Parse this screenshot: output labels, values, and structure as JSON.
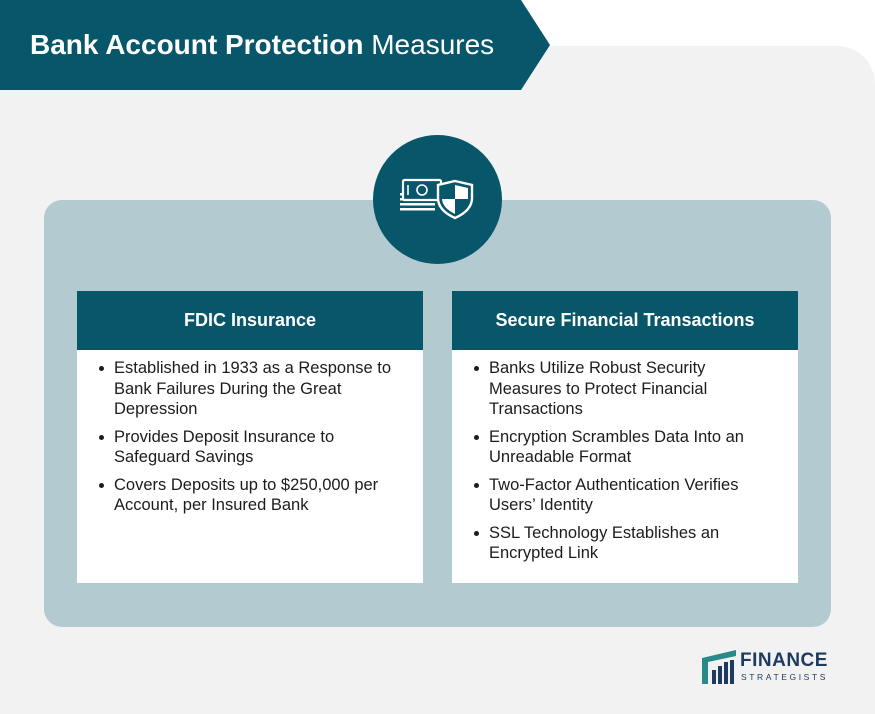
{
  "title": {
    "bold": "Bank Account Protection",
    "light": "Measures"
  },
  "colors": {
    "primary": "#08566a",
    "panel": "#b3cbd0",
    "background": "#f2f2f2",
    "logo_blue": "#1e3a5f",
    "logo_teal": "#2a8a8a"
  },
  "icon": {
    "name": "cash-shield-icon"
  },
  "cards": [
    {
      "heading": "FDIC Insurance",
      "items": [
        "Established in 1933 as a Response to Bank Failures During the Great Depression",
        "Provides Deposit Insurance to Safeguard Savings",
        "Covers Deposits up to $250,000 per Account, per Insured Bank"
      ]
    },
    {
      "heading": "Secure Financial Transactions",
      "items": [
        "Banks Utilize Robust Security Measures to Protect Financial Transactions",
        "Encryption Scrambles Data Into an Unreadable Format",
        "Two-Factor Authentication Verifies Users’ Identity",
        "SSL Technology Establishes an Encrypted Link"
      ]
    }
  ],
  "logo": {
    "name": "FINANCE",
    "sub": "STRATEGISTS"
  }
}
